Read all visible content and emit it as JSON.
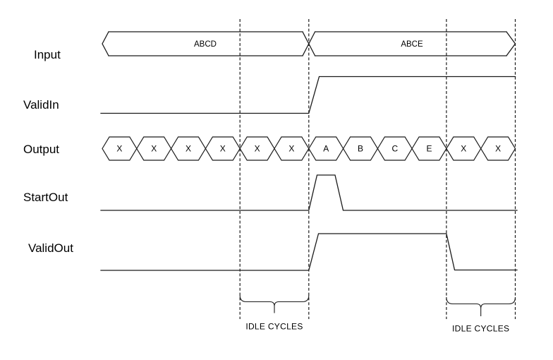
{
  "signals": {
    "input": "Input",
    "validin": "ValidIn",
    "output": "Output",
    "startout": "StartOut",
    "validout": "ValidOut"
  },
  "input_bus": {
    "cells": [
      "ABCD",
      "ABCE"
    ]
  },
  "output_bus": {
    "cells": [
      "X",
      "X",
      "X",
      "X",
      "X",
      "X",
      "A",
      "B",
      "C",
      "E",
      "X",
      "X"
    ]
  },
  "idle_labels": [
    "IDLE CYCLES",
    "IDLE CYCLES"
  ],
  "colors": {
    "stroke": "#1a1a1a",
    "background": "#ffffff"
  }
}
